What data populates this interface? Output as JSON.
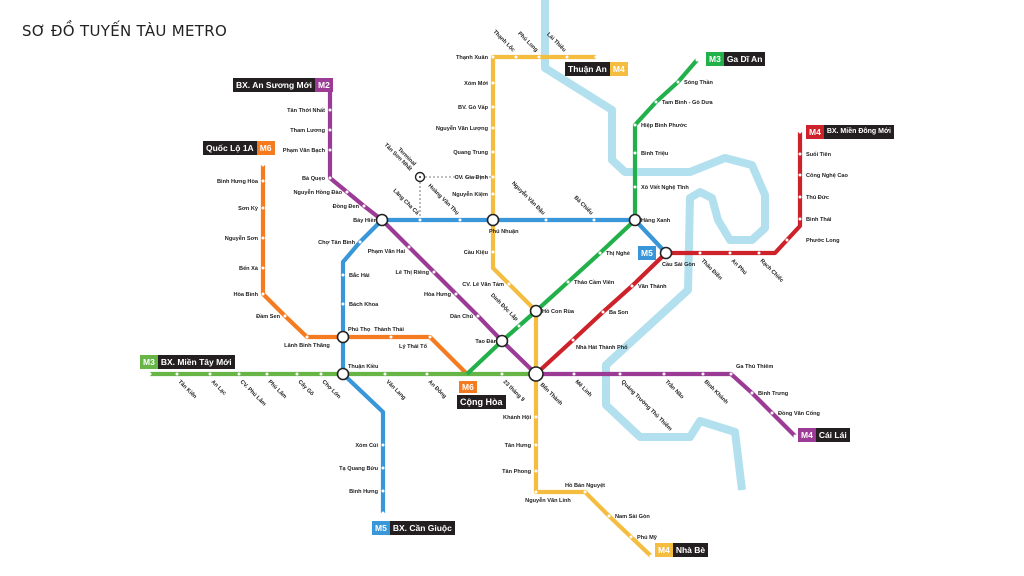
{
  "title": "SƠ ĐỒ TUYẾN TÀU METRO",
  "colors": {
    "purple": "#9c3b96",
    "orange": "#f47b20",
    "green_west": "#66b546",
    "green": "#22b04b",
    "blue": "#3996d8",
    "yellow": "#f5bd3f",
    "red": "#cd2229",
    "river": "#b2e0ee"
  },
  "terminals": {
    "an_suong": {
      "code": "M2",
      "name": "BX. An Sương Mới"
    },
    "quoc_lo_1a": {
      "code": "M6",
      "name": "Quốc Lộ 1A"
    },
    "di_an": {
      "code": "M3",
      "name": "Ga Dĩ An"
    },
    "thuan_an": {
      "code": "M4",
      "name": "Thuận An"
    },
    "mien_dong": {
      "code": "M4",
      "name": "BX. Miền Đông Mới"
    },
    "mien_tay": {
      "code": "M3",
      "name": "BX. Miền Tây Mới"
    },
    "can_giuoc": {
      "code": "M5",
      "name": "BX. Cần Giuộc"
    },
    "cai_lai": {
      "code": "M4",
      "name": "Cái Lái"
    },
    "nha_be": {
      "code": "M4",
      "name": "Nhà Bè"
    },
    "cong_hoa": {
      "code": "M6",
      "name": "Cộng Hòa"
    },
    "cau_sai_gon_badge": {
      "code": "M5"
    }
  },
  "interchanges": [
    "Bảy Hiền",
    "Phú Thọ",
    "Thuận Kiều",
    "Tao Đàn",
    "Hồ Con Rùa",
    "Bến Thành",
    "Phú Nhuận",
    "Hàng Xanh",
    "Cầu Sài Gòn"
  ],
  "airport": {
    "label_line1": "Terminal",
    "label_line2": "Tân Sơn Nhất"
  },
  "lines": [
    {
      "id": "purple",
      "stations": [
        "Tân Thới Nhất",
        "Tham Lương",
        "Phạm Văn Bạch",
        "Bà Quẹo",
        "Nguyễn Hồng Đào",
        "Đồng Đen",
        "Phạm Văn Hai",
        "Lê Thị Riêng",
        "Hòa Hưng",
        "Dân Chủ",
        "Mê Linh",
        "Quảng Trường Thủ Thiêm",
        "Trần Não",
        "Bình Khánh",
        "Ga Thủ Thiêm",
        "Bình Trưng",
        "Đồng Văn Cống"
      ]
    },
    {
      "id": "orange",
      "stations": [
        "Bình Hưng Hòa",
        "Sơn Kỳ",
        "Nguyễn Sơn",
        "Bến Xà",
        "Hòa Bình",
        "Đầm Sen",
        "Lãnh Binh Thăng",
        "Thành Thái",
        "Lý Thái Tổ"
      ]
    },
    {
      "id": "green_west",
      "stations": [
        "Tân Kiên",
        "An Lạc",
        "CV. Phú Lâm",
        "Phú Lâm",
        "Cây Gõ",
        "Chợ Lớn",
        "Văn Lang",
        "An Đông",
        "23 tháng 9"
      ]
    },
    {
      "id": "green",
      "stations": [
        "Dinh Độc Lập",
        "Thảo Cầm Viên",
        "Thị Nghè",
        "Xô Viết Nghệ Tĩnh",
        "Bình Triệu",
        "Hiệp Bình Phước",
        "Tam Bình - Gò Dưa",
        "Sóng Thần"
      ]
    },
    {
      "id": "blue",
      "stations": [
        "Bình Hưng",
        "Tạ Quang Bửu",
        "Xóm Củi",
        "Bách Khoa",
        "Bắc Hải",
        "Chợ Tân Bình",
        "Lăng Cha Cả",
        "Hoàng Văn Thụ",
        "Nguyễn Văn Đậu",
        "Bà Chiểu"
      ]
    },
    {
      "id": "yellow",
      "stations": [
        "Lái Thiêu",
        "Phú Long",
        "Thạnh Lộc",
        "Thạnh Xuân",
        "Xóm Mới",
        "BV. Gò Vấp",
        "Nguyễn Văn Lượng",
        "Quang Trung",
        "CV. Gia Định",
        "Nguyễn Kiệm",
        "Cầu Kiệu",
        "CV. Lê Văn Tám",
        "Khánh Hội",
        "Tân Hưng",
        "Tân Phong",
        "Nguyễn Văn Linh",
        "Hồ Bán Nguyệt",
        "Nam Sài Gòn",
        "Phú Mỹ"
      ]
    },
    {
      "id": "red",
      "stations": [
        "Nhà Hát Thành Phố",
        "Ba Son",
        "Văn Thánh",
        "Thảo Điền",
        "An Phú",
        "Rạch Chiếc",
        "Phước Long",
        "Bình Thái",
        "Thủ Đức",
        "Công Nghệ Cao",
        "Suối Tiên"
      ]
    }
  ]
}
